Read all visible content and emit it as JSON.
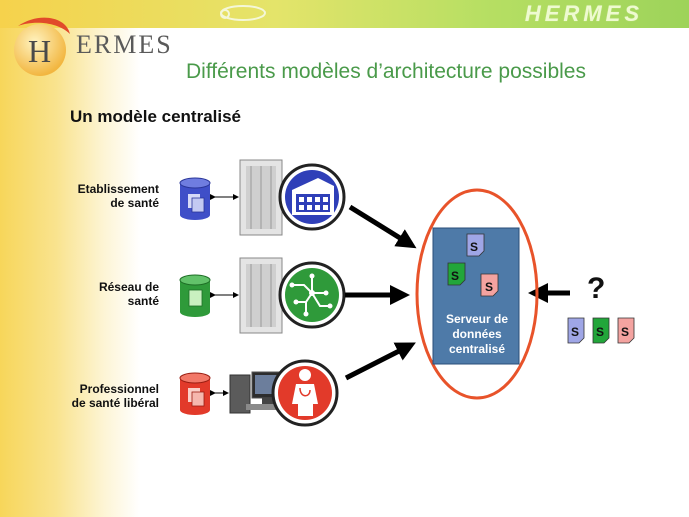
{
  "header": {
    "brand_top": "HERMES",
    "logo_text": "ERMES"
  },
  "title": "Différents modèles d’architecture possibles",
  "subtitle": "Un modèle centralisé",
  "nodes": [
    {
      "label_line1": "Etablissement",
      "label_line2": "de santé",
      "db_color": "#3f4fc8",
      "icon": "building-icon"
    },
    {
      "label_line1": "Réseau de",
      "label_line2": "santé",
      "db_color": "#2f9a3a",
      "icon": "network-icon"
    },
    {
      "label_line1": "Professionnel",
      "label_line2": "de santé libéral",
      "db_color": "#e23a2a",
      "icon": "doctor-icon"
    }
  ],
  "server": {
    "line1": "Serveur de",
    "line2": "données",
    "line3": "centralisé",
    "doc_letter": "S"
  },
  "question_mark": "?",
  "colors": {
    "title_green": "#4a9a4a",
    "ellipse_red": "#e8532a",
    "server_blue": "#4e7aa8",
    "doc_blue": "#9fa6e6",
    "doc_green": "#22a63a",
    "doc_pink": "#f4a3a0"
  }
}
